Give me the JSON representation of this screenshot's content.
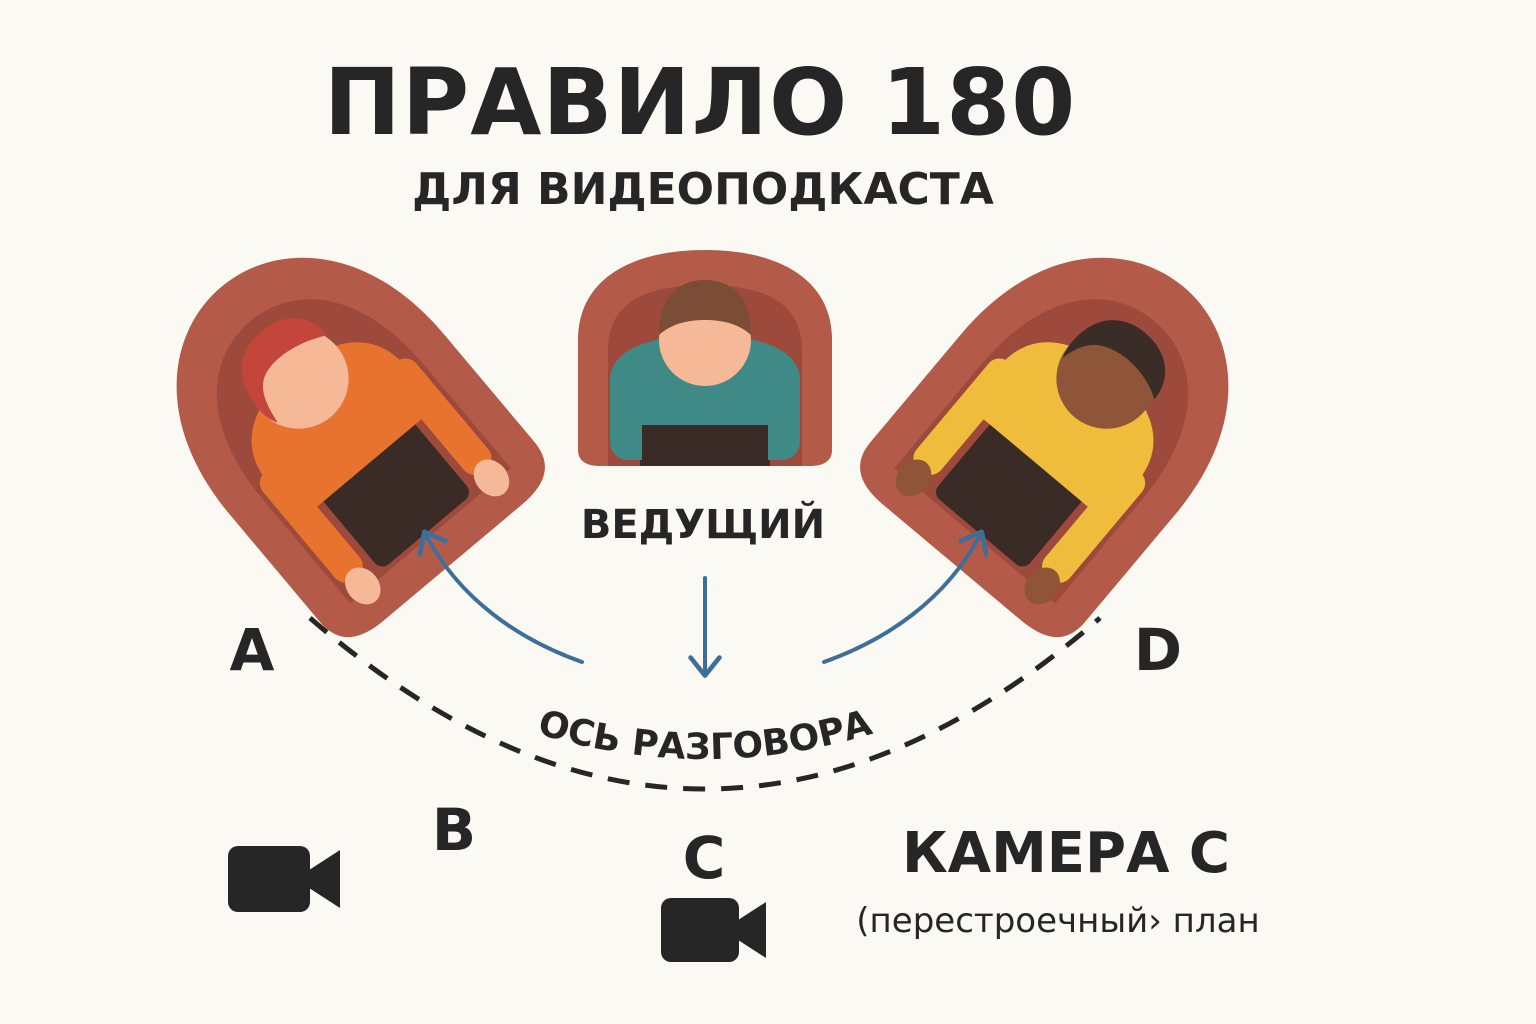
{
  "header": {
    "title": "ПРАВИЛО 180",
    "subtitle": "ДЛЯ ВИДЕОПОДКАСТА"
  },
  "labels": {
    "host": "ВЕДУЩИЙ",
    "axis": "ОСЬ РАЗГОВОРА",
    "point_a": "A",
    "point_d": "D",
    "cam_b": "B",
    "cam_c": "C",
    "camera_title": "КАМЕРА C",
    "camera_note": "(перестроечный› план"
  },
  "icons": {
    "camera": "video-camera-icon",
    "armchair": "armchair-icon",
    "arrow": "arrow-icon"
  },
  "colors": {
    "background": "#fbf9f4",
    "text": "#262626",
    "armchair": "#b45a49",
    "armchair_inner": "#9d4a3c",
    "guest_left_shirt": "#e8732f",
    "guest_left_hair": "#c4463a",
    "host_shirt": "#3f8a86",
    "host_hair": "#7b4d36",
    "guest_right_shirt": "#f0bc3c",
    "guest_right_skin": "#8e5538",
    "guest_right_hair": "#3a2c26",
    "skin_light": "#f6b997",
    "pants": "#3b2b26",
    "arrow": "#3f6f98",
    "axis_line": "#262626"
  }
}
